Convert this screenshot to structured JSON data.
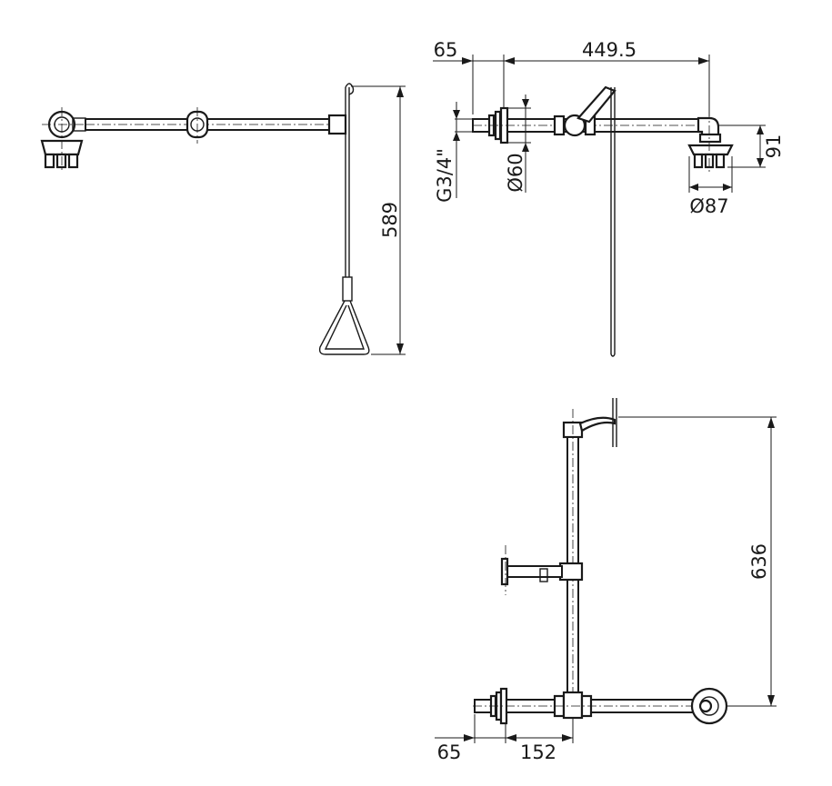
{
  "dimensions": {
    "pull_rod_height": "589",
    "inlet_length_top": "65",
    "arm_length": "449.5",
    "thread_size": "G3/4\"",
    "flange_diameter": "Ø60",
    "head_height": "91",
    "head_diameter": "Ø87",
    "column_height": "636",
    "inlet_length_bottom": "65",
    "inlet_offset": "152"
  }
}
